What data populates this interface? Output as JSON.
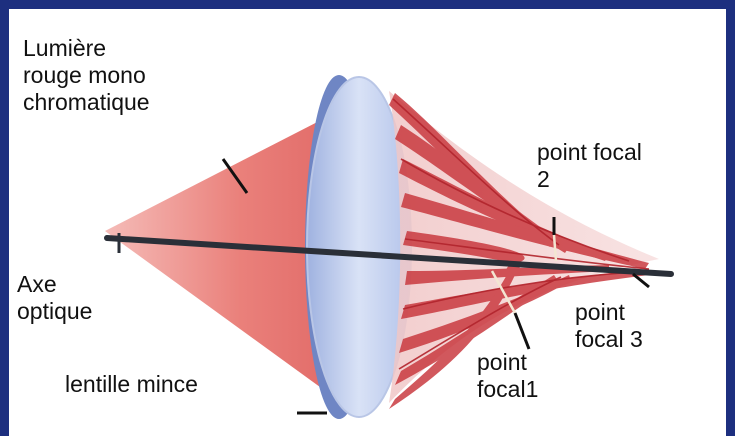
{
  "labels": {
    "light_line1": "Lumière",
    "light_line2": "rouge mono",
    "light_line3": "chromatique",
    "axis_line1": "Axe",
    "axis_line2": "optique",
    "lens": "lentille mince",
    "focal2_line1": "point focal",
    "focal2_line2": "2",
    "focal1_line1": "point",
    "focal1_line2": "focal1",
    "focal3_line1": "point",
    "focal3_line2": "focal 3"
  },
  "colors": {
    "frame": "#1d2f7f",
    "light_cone": "#e8706f",
    "rays": "#c9363a",
    "lens_face": "#c7d3ee",
    "lens_rim": "#5a73b8",
    "axis": "#2a2f38"
  }
}
